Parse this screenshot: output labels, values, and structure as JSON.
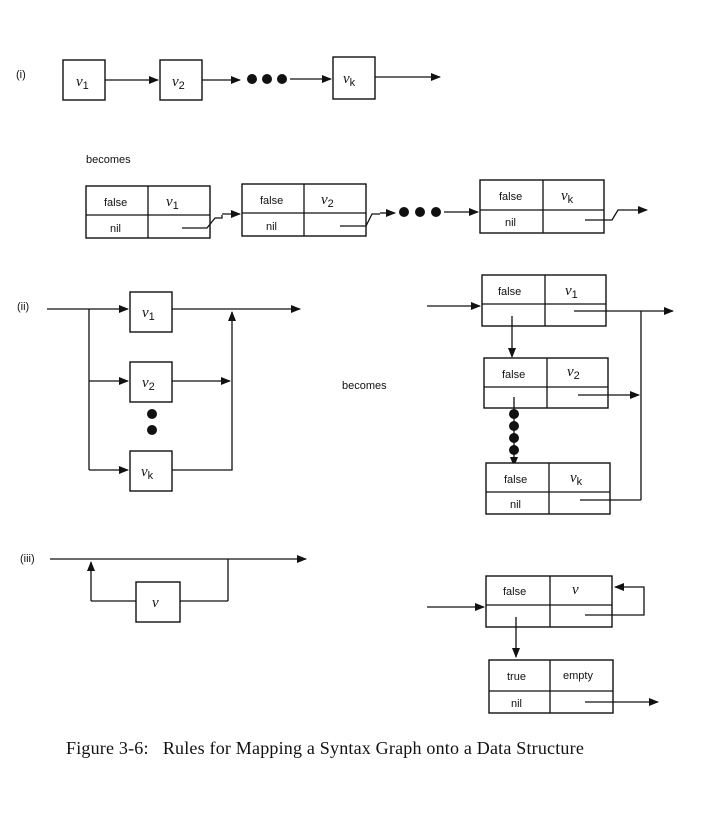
{
  "labels": {
    "part1": "(i)",
    "part2": "(ii)",
    "part3": "(iii)",
    "becomes": "becomes"
  },
  "symbols": {
    "nu": "ν",
    "sub1": "1",
    "sub2": "2",
    "subk": "k"
  },
  "cells": {
    "false": "false",
    "true": "true",
    "nil": "nil",
    "empty": "empty"
  },
  "caption": {
    "label": "Figure 3-6:",
    "text": "Rules for Mapping a Syntax Graph onto a Data Structure"
  }
}
